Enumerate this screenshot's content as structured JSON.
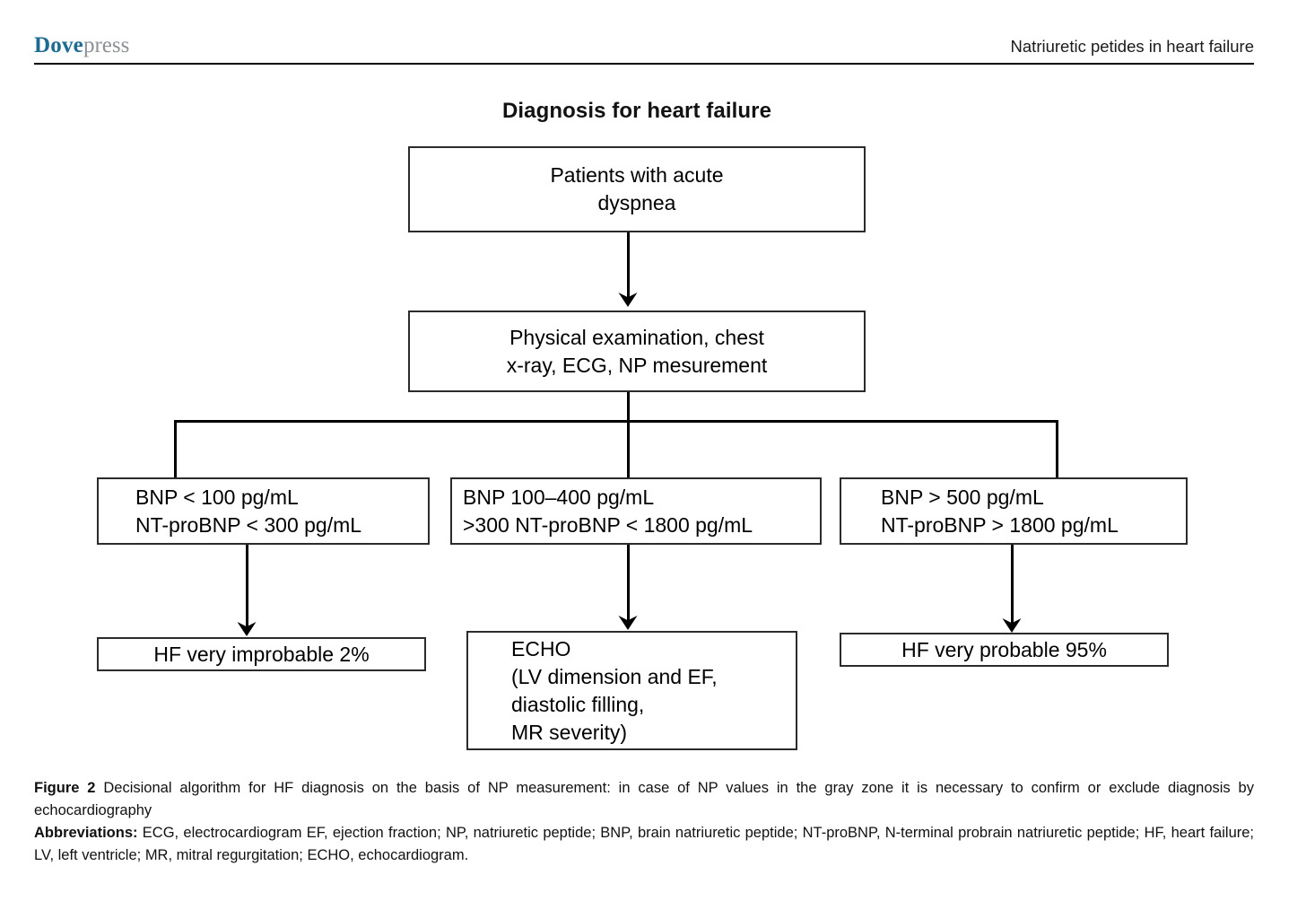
{
  "header": {
    "brand_primary": "Dove",
    "brand_secondary": "press",
    "running_title": "Natriuretic petides in heart failure"
  },
  "figure": {
    "title": "Diagnosis for heart failure",
    "nodes": {
      "dyspnea": "Patients with acute\ndyspnea",
      "exam": "Physical examination, chest\nx-ray, ECG, NP mesurement",
      "bnp_low": "BNP < 100 pg/mL\nNT-proBNP < 300 pg/mL",
      "bnp_mid": "BNP 100–400 pg/mL\n>300 NT-proBNP <  1800 pg/mL",
      "bnp_high": "BNP > 500 pg/mL\nNT-proBNP > 1800 pg/mL",
      "hf_improbable": "HF very improbable 2%",
      "echo": "ECHO\n(LV dimension and EF,\ndiastolic filling,\nMR severity)",
      "hf_probable": "HF very probable 95%"
    }
  },
  "caption": {
    "figure_label": "Figure 2",
    "figure_text": " Decisional algorithm for HF diagnosis on the basis of NP measurement: in case of NP values in the gray zone it is necessary to confirm or exclude diagnosis by echocardiography",
    "abbrev_label": "Abbreviations:",
    "abbrev_text": " ECG, electrocardiogram EF, ejection fraction; NP, natriuretic peptide; BNP, brain natriuretic peptide; NT-proBNP, N-terminal probrain natriuretic peptide; HF, heart failure; LV, left ventricle; MR, mitral regurgitation; ECHO, echocardiogram."
  },
  "colors": {
    "brand_primary": "#1d6b91",
    "brand_secondary": "#8d9196",
    "stroke": "#2b2b2b",
    "text": "#000000"
  }
}
